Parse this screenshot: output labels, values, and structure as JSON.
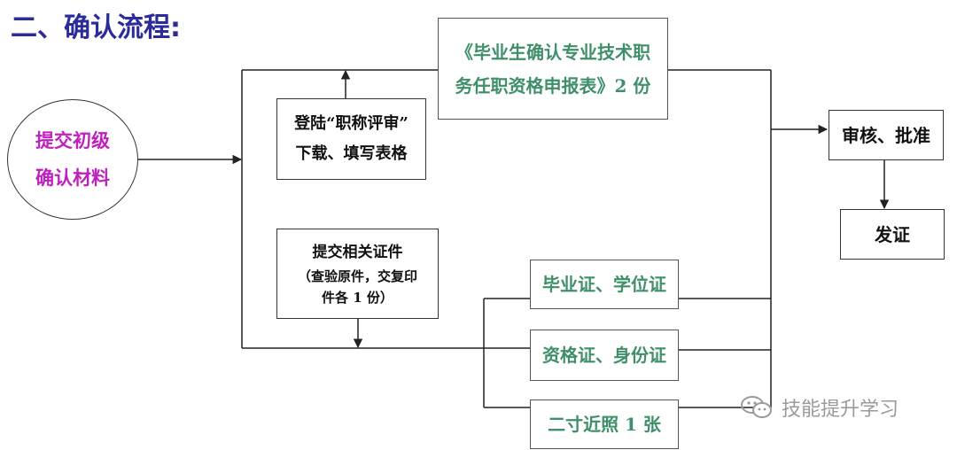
{
  "title": "二、确认流程:",
  "start": {
    "lines": [
      "提交初级",
      "确认材料"
    ]
  },
  "form_box": {
    "lines": [
      "《毕业生确认专业技术职",
      "务任职资格申报表》2 份"
    ]
  },
  "login_box": {
    "lines": [
      "登陆“职称评审”",
      "下载、填写表格"
    ]
  },
  "submit_box": {
    "title": "提交相关证件",
    "note_lines": [
      "（查验原件，交复印",
      "件各 1 份）"
    ]
  },
  "documents": [
    {
      "label": "毕业证、学位证"
    },
    {
      "label": "资格证、身份证"
    },
    {
      "label": "二寸近照 1 张"
    }
  ],
  "review_box": {
    "label": "审核、批准"
  },
  "issue_box": {
    "label": "发证"
  },
  "watermark": {
    "text": "技能提升学习",
    "icon": "wechat-icon"
  },
  "colors": {
    "title": "#2b2b9a",
    "start_text": "#c020c0",
    "green_text": "#3f8f6a",
    "line": "#222222",
    "watermark": "#9a9a9a"
  }
}
